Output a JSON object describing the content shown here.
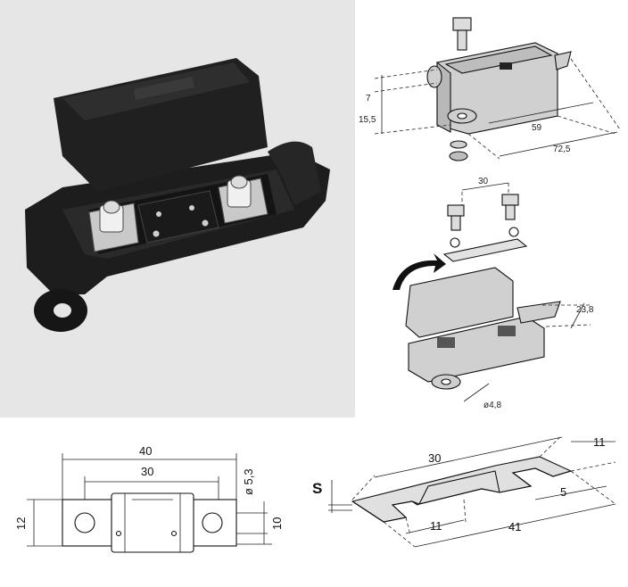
{
  "top_diagram": {
    "dims": {
      "a": "7",
      "b": "15,5",
      "c": "59",
      "d": "72,5"
    }
  },
  "middle_diagram": {
    "dims": {
      "a": "30",
      "b": "23,8",
      "c": "ø4,8"
    }
  },
  "fuse_diagram": {
    "dims": {
      "a": "40",
      "b": "30",
      "c": "ø 5,3",
      "d": "12",
      "e": "10"
    }
  },
  "link_diagram": {
    "dims": {
      "s": "S",
      "a": "30",
      "b": "11",
      "c": "5",
      "d": "11",
      "e": "41"
    }
  },
  "colors": {
    "photo_background": "#e6e6e6",
    "housing": "#1b1b1b",
    "line": "#222222",
    "part_fill": "#dcdcdc"
  }
}
